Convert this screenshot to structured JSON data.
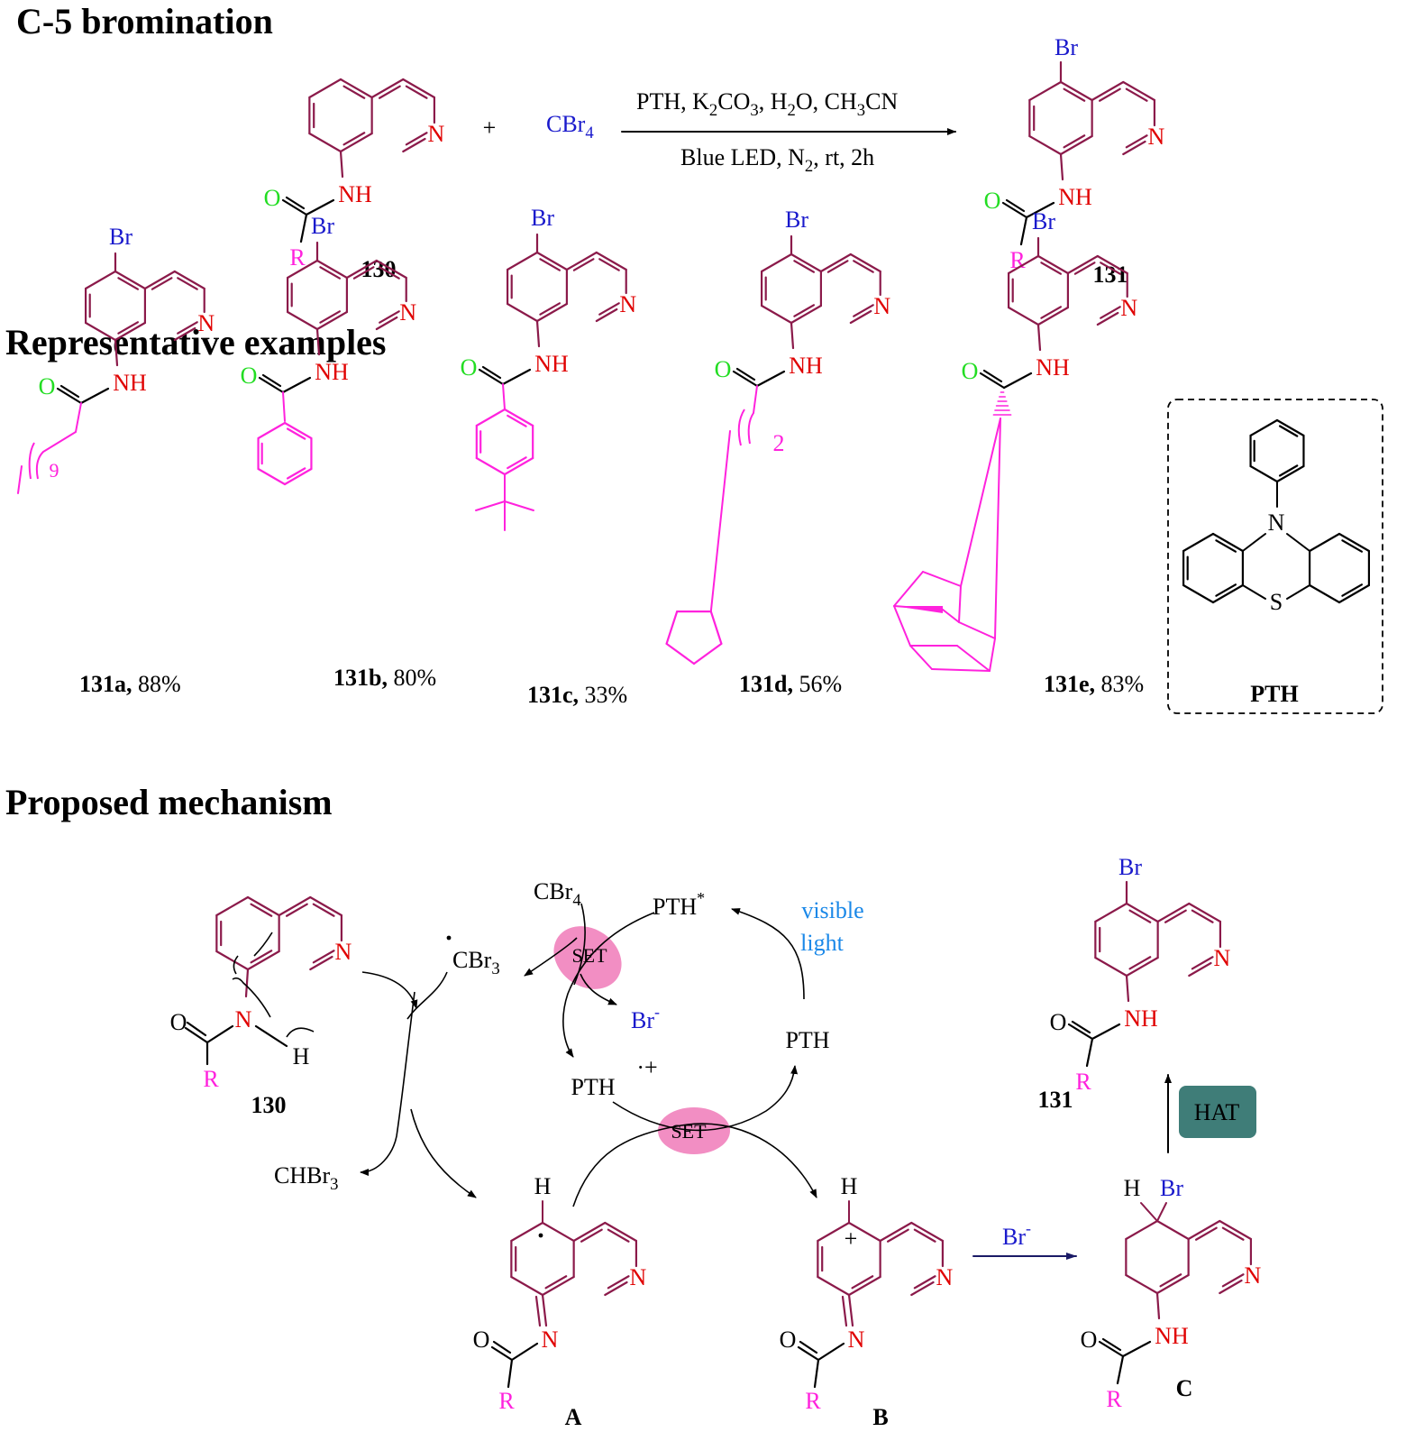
{
  "headings": {
    "bromination": "C-5 bromination",
    "examples": "Representative examples",
    "mechanism": "Proposed mechanism"
  },
  "colors": {
    "ring": "#8b1a4a",
    "bromine": "#1a1acc",
    "oxygen": "#22dd22",
    "nitrogen": "#e00000",
    "substituent": "#ff22dd",
    "light": "#1a88e8",
    "set_highlight": "#f07ab8",
    "hat_box": "#3f7d78"
  },
  "scheme": {
    "reagent": "CBr",
    "reagent_sub": "4",
    "plus": "+",
    "conditions_top": [
      "PTH, K",
      "2",
      "CO",
      "3",
      ", H",
      "2",
      "O, CH",
      "3",
      "CN"
    ],
    "conditions_bottom": [
      "Blue LED, N",
      "2",
      ", rt, 2h"
    ],
    "start_label": "130",
    "product_label": "131"
  },
  "atoms": {
    "N": "N",
    "NH": "NH",
    "O": "O",
    "R": "R",
    "Br": "Br",
    "H": "H",
    "S": "S"
  },
  "examples": [
    {
      "id": "131a",
      "yield": " 88%",
      "chain_n": "9"
    },
    {
      "id": "131b",
      "yield": " 80%"
    },
    {
      "id": "131c",
      "yield": " 33%"
    },
    {
      "id": "131d",
      "yield": " 56%",
      "chain_n": "2"
    },
    {
      "id": "131e",
      "yield": " 83%"
    }
  ],
  "catalyst_label": "PTH",
  "mechanism": {
    "cbr4": "CBr",
    "cbr4_sub": "4",
    "pth_star": "PTH",
    "star": "*",
    "visible_light": [
      "visible",
      "light"
    ],
    "cbr3": "CBr",
    "cbr3_sub": "3",
    "set": "SET",
    "br_minus": "Br",
    "minus": "-",
    "pth_radical_cation": "PTH",
    "radical_cation_sign": "·+",
    "pth": "PTH",
    "chbr3": "CHBr",
    "chbr3_sub": "3",
    "plus": "+",
    "hat": "HAT",
    "labels": {
      "start": "130",
      "A": "A",
      "B": "B",
      "C": "C",
      "product": "131"
    }
  }
}
